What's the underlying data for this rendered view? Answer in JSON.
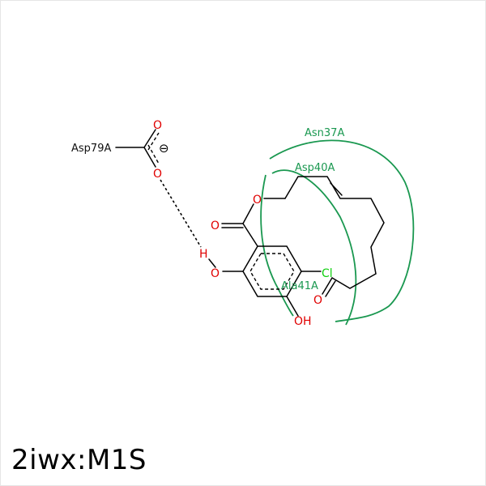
{
  "title": "2iwx:M1S",
  "residues": {
    "asp79": "Asp79A",
    "asn37": "Asn37A",
    "asp40": "Asp40A",
    "ala41": "Ala41A"
  },
  "atoms": {
    "carboxylate_o_top": "O",
    "carboxylate_o_bottom": "O",
    "charge": "⊖",
    "ester_o": "O",
    "carbonyl_o": "O",
    "hydroxyl_h": "H",
    "hydroxyl_o": "O",
    "chlorine": "Cl",
    "phenol_oh": "OH",
    "ketone_o": "O"
  },
  "colors": {
    "oxygen": "#e00000",
    "chlorine": "#10d010",
    "residue_arc": "#1a9850",
    "bond": "#000000"
  }
}
